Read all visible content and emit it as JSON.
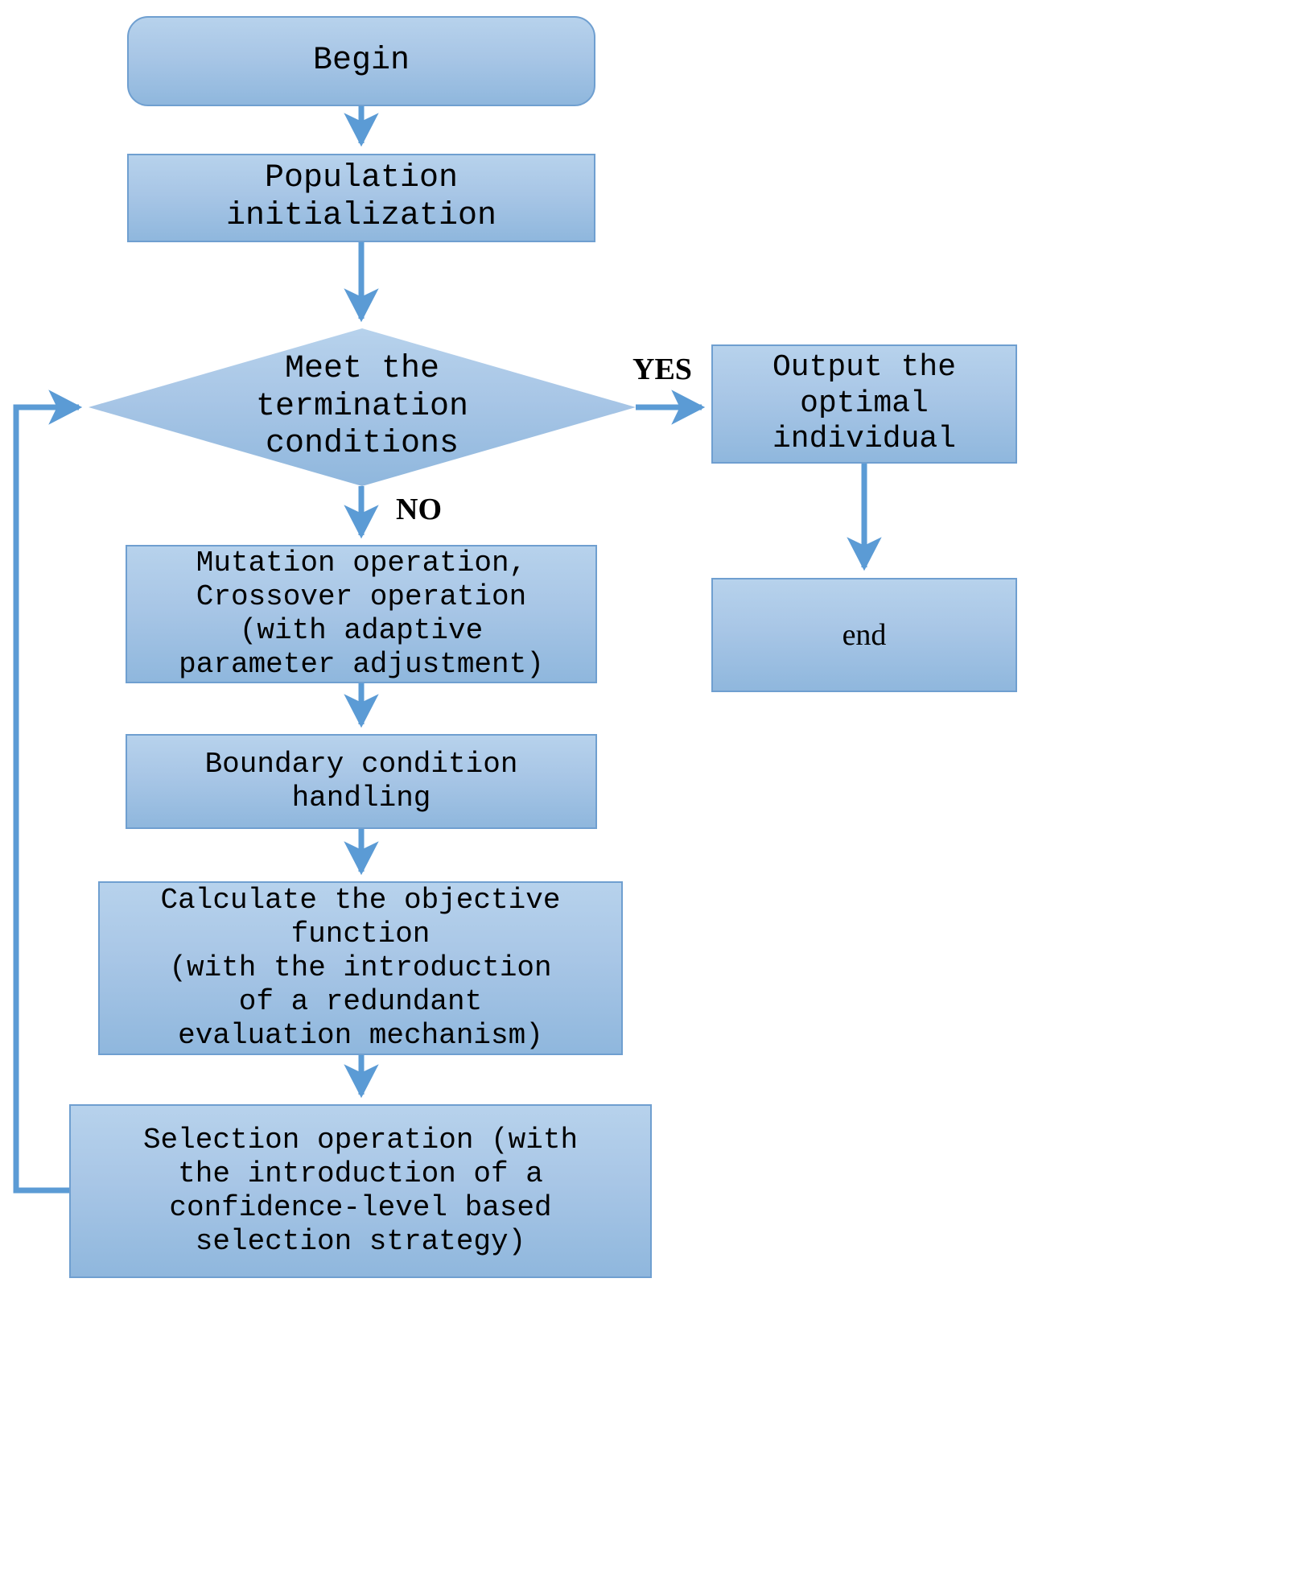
{
  "diagram": {
    "type": "flowchart",
    "title": "Differential evolution algorithm flowchart",
    "colors": {
      "node_fill_top": "#b7d2ec",
      "node_fill_bottom": "#8fb7dd",
      "node_border": "#6f9fd0",
      "arrow": "#5b9bd5",
      "text": "#000000",
      "background": "#ffffff"
    },
    "nodes": {
      "begin": {
        "label": "Begin",
        "shape": "rounded-rectangle"
      },
      "population_initialization": {
        "label": "Population\ninitialization",
        "shape": "rectangle"
      },
      "decision": {
        "label": "Meet the\ntermination\nconditions",
        "shape": "diamond"
      },
      "output_optimal": {
        "label": "Output the\noptimal\nindividual",
        "shape": "rectangle"
      },
      "end": {
        "label": "end",
        "shape": "rectangle"
      },
      "mutation_crossover": {
        "label": "Mutation operation,\nCrossover operation\n(with adaptive\nparameter adjustment)",
        "shape": "rectangle"
      },
      "boundary_handling": {
        "label": "Boundary condition\nhandling",
        "shape": "rectangle"
      },
      "calculate_objective": {
        "label": "Calculate the objective\nfunction\n(with the introduction\nof a redundant\nevaluation mechanism)",
        "shape": "rectangle"
      },
      "selection_operation": {
        "label": "Selection operation (with\nthe introduction of a\nconfidence-level based\nselection strategy)",
        "shape": "rectangle"
      }
    },
    "edge_labels": {
      "yes": "YES",
      "no": "NO"
    },
    "edges": [
      {
        "from": "begin",
        "to": "population_initialization",
        "label": ""
      },
      {
        "from": "population_initialization",
        "to": "decision",
        "label": ""
      },
      {
        "from": "decision",
        "to": "output_optimal",
        "label": "YES"
      },
      {
        "from": "output_optimal",
        "to": "end",
        "label": ""
      },
      {
        "from": "decision",
        "to": "mutation_crossover",
        "label": "NO"
      },
      {
        "from": "mutation_crossover",
        "to": "boundary_handling",
        "label": ""
      },
      {
        "from": "boundary_handling",
        "to": "calculate_objective",
        "label": ""
      },
      {
        "from": "calculate_objective",
        "to": "selection_operation",
        "label": ""
      },
      {
        "from": "selection_operation",
        "to": "decision",
        "label": ""
      }
    ]
  }
}
